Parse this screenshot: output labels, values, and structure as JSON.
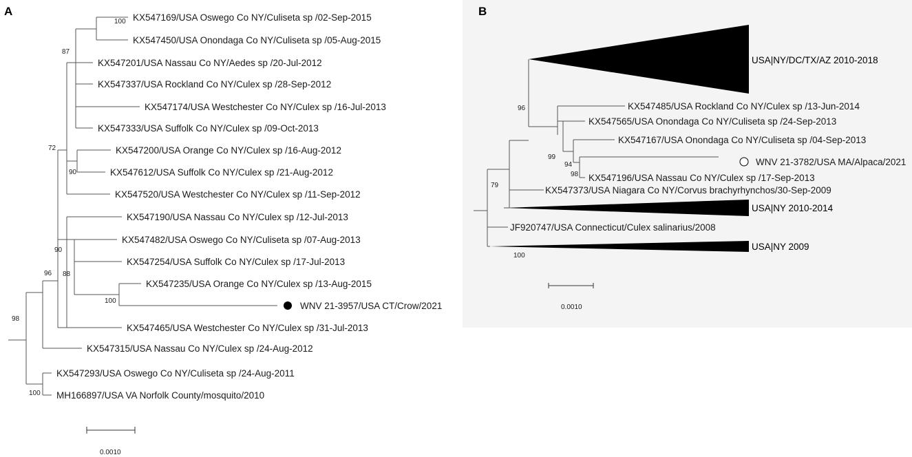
{
  "panel_a": {
    "label": "A",
    "leaves": [
      "KX547169/USA Oswego Co NY/Culiseta sp /02-Sep-2015",
      "KX547450/USA Onondaga Co NY/Culiseta sp /05-Aug-2015",
      "KX547201/USA Nassau Co NY/Aedes sp /20-Jul-2012",
      "KX547337/USA Rockland Co NY/Culex sp /28-Sep-2012",
      "KX547174/USA Westchester Co NY/Culex sp /16-Jul-2013",
      "KX547333/USA Suffolk Co NY/Culex sp /09-Oct-2013",
      "KX547200/USA Orange Co NY/Culex sp /16-Aug-2012",
      "KX547612/USA Suffolk Co NY/Culex sp /21-Aug-2012",
      "KX547520/USA Westchester Co NY/Culex sp /11-Sep-2012",
      "KX547190/USA Nassau Co NY/Culex sp /12-Jul-2013",
      "KX547482/USA Oswego Co NY/Culiseta sp /07-Aug-2013",
      "KX547254/USA Suffolk Co NY/Culex sp /17-Jul-2013",
      "KX547235/USA Orange Co NY/Culex sp /13-Aug-2015",
      "WNV 21-3957/USA CT/Crow/2021",
      "KX547465/USA Westchester Co NY/Culex sp /31-Jul-2013",
      "KX547315/USA Nassau Co NY/Culex sp /24-Aug-2012",
      "KX547293/USA Oswego Co NY/Culiseta sp /24-Aug-2011",
      "MH166897/USA VA Norfolk County/mosquito/2010"
    ],
    "bootstrap": [
      "100",
      "87",
      "72",
      "90",
      "96",
      "90",
      "88",
      "100",
      "98",
      "100"
    ],
    "scale_label": "0.0010",
    "marker": "filled-circle"
  },
  "panel_b": {
    "label": "B",
    "clades": [
      "USA|NY/DC/TX/AZ 2010-2018",
      "USA|NY 2010-2014",
      "USA|NY 2009"
    ],
    "leaves": [
      "KX547485/USA Rockland Co NY/Culex sp /13-Jun-2014",
      "KX547565/USA Onondaga Co NY/Culiseta sp /24-Sep-2013",
      "KX547167/USA Onondaga Co NY/Culiseta sp /04-Sep-2013",
      "WNV 21-3782/USA MA/Alpaca/2021",
      "KX547196/USA Nassau Co NY/Culex sp /17-Sep-2013",
      "KX547373/USA Niagara Co NY/Corvus brachyrhynchos/30-Sep-2009",
      "JF920747/USA Connecticut/Culex salinarius/2008"
    ],
    "bootstrap": [
      "96",
      "99",
      "94",
      "98",
      "79",
      "100"
    ],
    "scale_label": "0.0010",
    "marker": "open-circle"
  }
}
